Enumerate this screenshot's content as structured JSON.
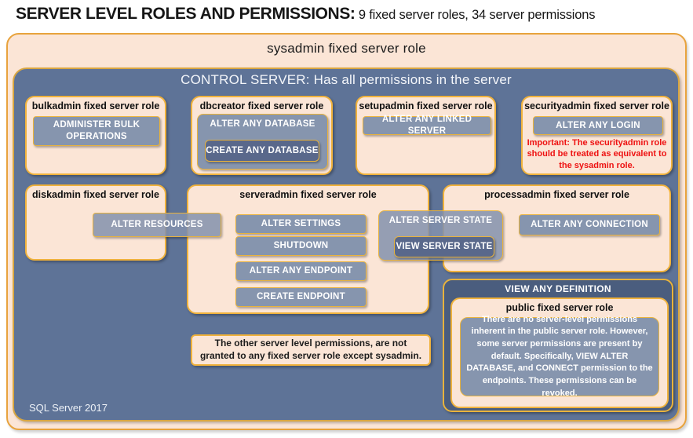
{
  "header": {
    "title_strong": "SERVER LEVEL ROLES AND PERMISSIONS:",
    "title_detail": " 9 fixed server roles, 34 server permissions"
  },
  "sysadmin": {
    "label": "sysadmin fixed server role"
  },
  "control_server": {
    "label": "CONTROL SERVER: Has all permissions in the server",
    "footer": "SQL Server 2017"
  },
  "roles": {
    "bulkadmin": {
      "title": "bulkadmin fixed server role",
      "permission": "ADMINISTER BULK OPERATIONS"
    },
    "dbcreator": {
      "title": "dbcreator fixed server role",
      "permission_outer": "ALTER ANY DATABASE",
      "permission_inner": "CREATE ANY DATABASE"
    },
    "setupadmin": {
      "title": "setupadmin fixed server role",
      "permission": "ALTER ANY LINKED SERVER"
    },
    "securityadmin": {
      "title": "securityadmin fixed server role",
      "permission": "ALTER ANY LOGIN",
      "warning": "Important: The securityadmin role should be treated as equivalent to the sysadmin role."
    },
    "diskadmin": {
      "title": "diskadmin fixed server role",
      "permission": "ALTER RESOURCES"
    },
    "serveradmin": {
      "title": "serveradmin fixed server role",
      "permissions": [
        "ALTER SETTINGS",
        "SHUTDOWN",
        "ALTER ANY ENDPOINT",
        "CREATE ENDPOINT"
      ],
      "bridge_outer": "ALTER SERVER STATE",
      "bridge_inner": "VIEW SERVER STATE"
    },
    "processadmin": {
      "title": "processadmin fixed server role",
      "permission": "ALTER ANY CONNECTION"
    },
    "public": {
      "banner": "VIEW ANY DEFINITION",
      "title": "public fixed server role",
      "body": "There are no server-level permissions inherent in the public server role. However, some server permissions are present by default. Specifically, VIEW ALTER DATABASE, and CONNECT permission to the endpoints. These permissions can be revoked."
    }
  },
  "note": "The other server level permissions, are not granted to any fixed server role except sysadmin.",
  "colors": {
    "peach": "#FBE5D6",
    "slate_blue": "#5E7397",
    "dark_slate": "#4A5D7E",
    "button_gray": "#8695AE",
    "button_dark": "#59688B",
    "gold_border": "#E9B33C",
    "orange_border": "#E8A33D",
    "warning_red": "#EE1111"
  }
}
